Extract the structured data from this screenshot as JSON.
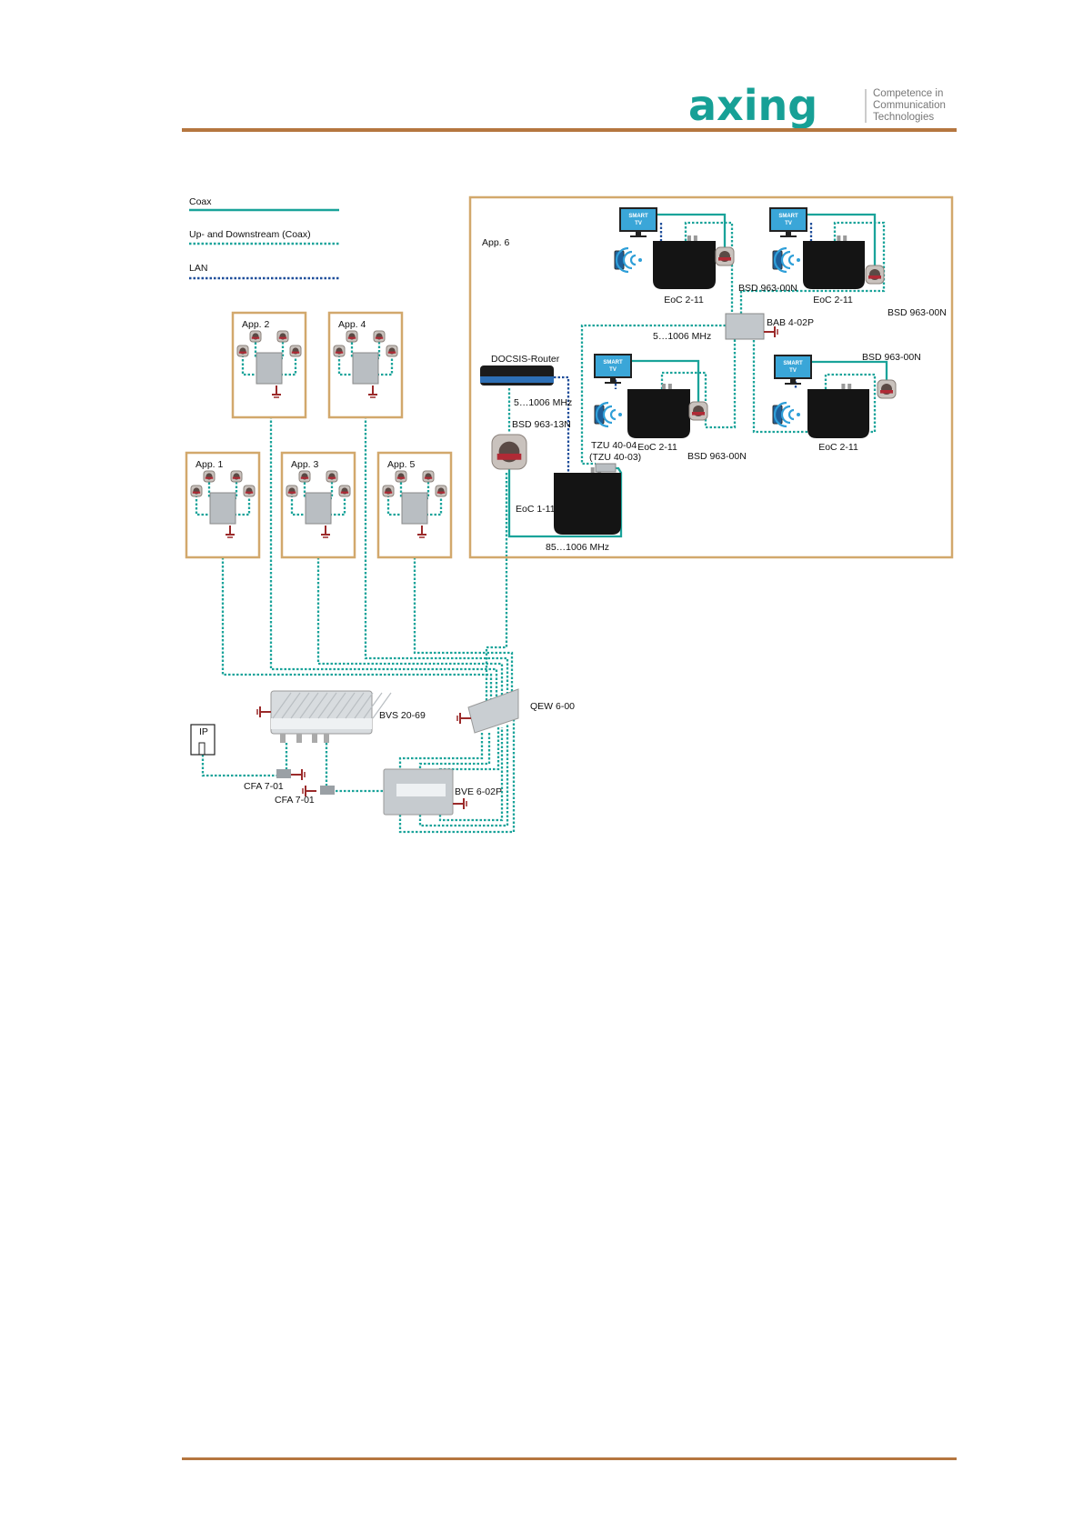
{
  "header": {
    "logo_text": "axing",
    "tagline": [
      "Competence in",
      "Communication",
      "Technologies"
    ]
  },
  "colors": {
    "rule": "#b5763f",
    "box_border": "#d2a86c",
    "coax": "#1aa39a",
    "lan": "#1f4e9a",
    "ground": "#9b2a2a",
    "brand": "#17a096"
  },
  "legend": [
    {
      "label": "Coax",
      "style": "solid",
      "color": "#1aa39a"
    },
    {
      "label": "Up- and Downstream (Coax)",
      "style": "dotted",
      "color": "#1aa39a"
    },
    {
      "label": "LAN",
      "style": "dotted",
      "color": "#1f4e9a"
    }
  ],
  "apartments": [
    "App. 1",
    "App. 2",
    "App. 3",
    "App. 4",
    "App. 5"
  ],
  "app6": {
    "title": "App. 6",
    "tv_label": [
      "SMART",
      "TV"
    ],
    "eoc_client": "EoC 2-11",
    "eoc_master": "EoC 1-11",
    "socket_00n": "BSD 963-00N",
    "socket_13n": "BSD 963-13N",
    "splitter": "BAB 4-02P",
    "router": "DOCSIS-Router",
    "freq_full": "5…1006 MHz",
    "freq_high": "85…1006 MHz",
    "filter": "TZU 40-04",
    "filter_alt": "(TZU 40-03)"
  },
  "headend": {
    "ip": "IP",
    "amplifier": "BVS 20-69",
    "ground_block": "CFA 7-01",
    "multiswitch": "QEW 6-00",
    "distributor": "BVE 6-02P"
  }
}
